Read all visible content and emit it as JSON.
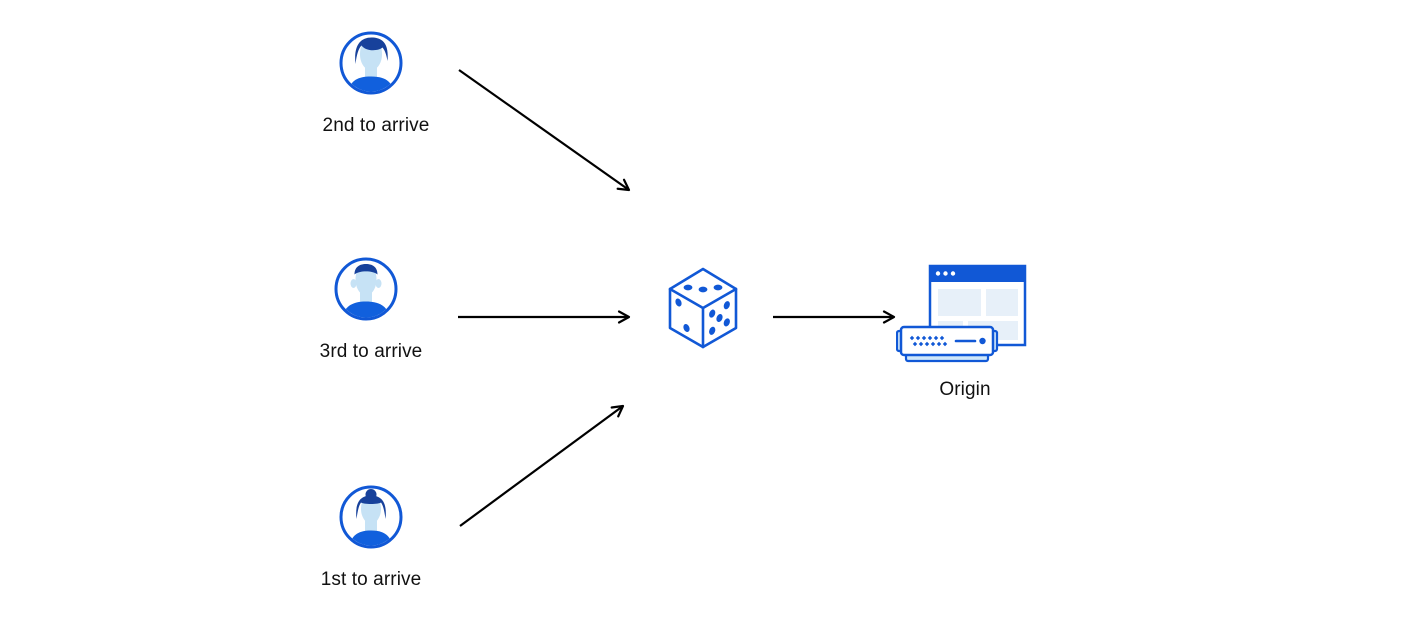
{
  "diagram": {
    "description": "Three clients arriving in different order are routed randomly (dice) to an origin server",
    "clients": [
      {
        "id": "client-2nd",
        "label": "2nd to arrive",
        "avatar_icon": "person-man-swoop-hair-icon"
      },
      {
        "id": "client-3rd",
        "label": "3rd to arrive",
        "avatar_icon": "person-man-flat-hair-icon"
      },
      {
        "id": "client-1st",
        "label": "1st to arrive",
        "avatar_icon": "person-woman-bun-hair-icon"
      }
    ],
    "hub": {
      "id": "dice",
      "icon": "dice-icon",
      "pips": {
        "top_face": 3,
        "left_face": 2,
        "right_face": 5
      }
    },
    "origin": {
      "id": "origin",
      "label": "Origin",
      "icons": [
        "browser-window-icon",
        "server-icon"
      ]
    },
    "edges": [
      {
        "from": "client-2nd",
        "to": "dice"
      },
      {
        "from": "client-3rd",
        "to": "dice"
      },
      {
        "from": "client-1st",
        "to": "dice"
      },
      {
        "from": "dice",
        "to": "origin"
      }
    ],
    "colors": {
      "stroke_blue": "#1158d6",
      "hair_dark_blue": "#17419b",
      "shirt_blue": "#1160dd",
      "face_light_blue": "#c6e2f5",
      "panel_light_blue": "#e7f0f9",
      "server_light_blue": "#cfe7fa",
      "arrow_black": "#000000",
      "text_color": "#111111",
      "background": "#ffffff"
    }
  }
}
